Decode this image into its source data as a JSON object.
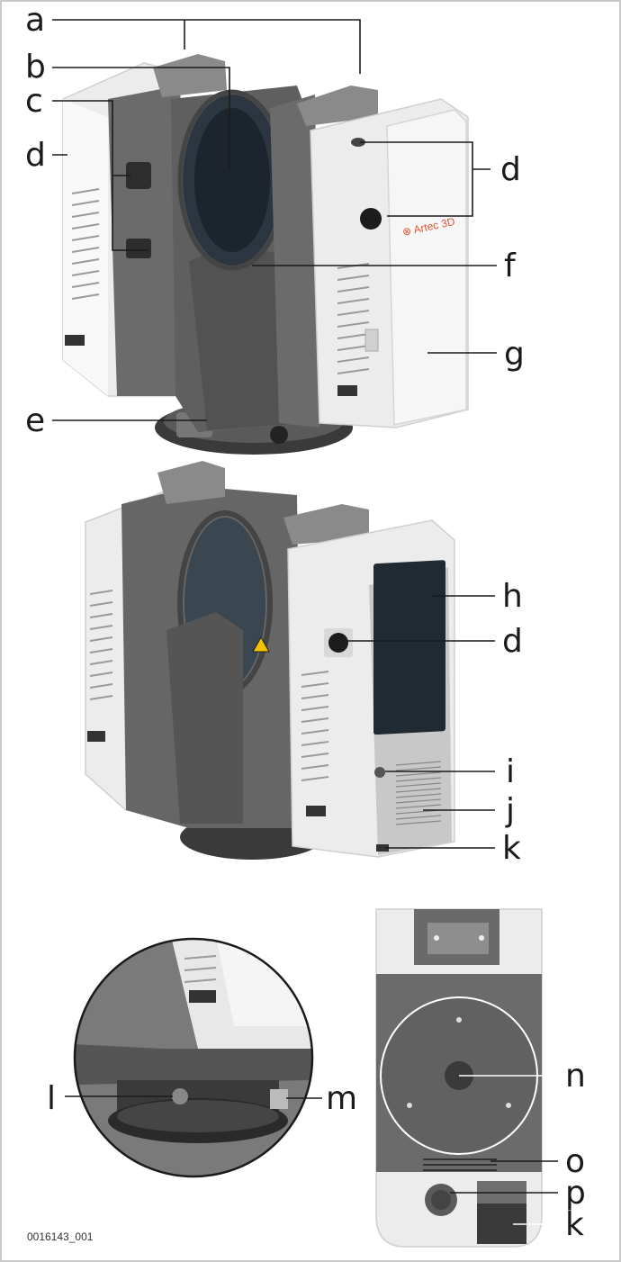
{
  "figure": {
    "code": "0016143_001",
    "brand_text": "⊗ Artec 3D",
    "labels": {
      "a": "a",
      "b": "b",
      "c": "c",
      "d1": "d",
      "d2": "d",
      "e": "e",
      "f": "f",
      "g": "g",
      "h": "h",
      "d3": "d",
      "i": "i",
      "j": "j",
      "k1": "k",
      "l": "l",
      "m": "m",
      "n": "n",
      "o": "o",
      "p": "p",
      "k2": "k"
    }
  },
  "colors": {
    "body_white": "#eeeeee",
    "body_light": "#f7f7f7",
    "body_dark": "#6e6e6e",
    "body_darker": "#555555",
    "glass": "#1f2a33",
    "brand_red": "#e0573c",
    "warning": "#f2c200"
  }
}
